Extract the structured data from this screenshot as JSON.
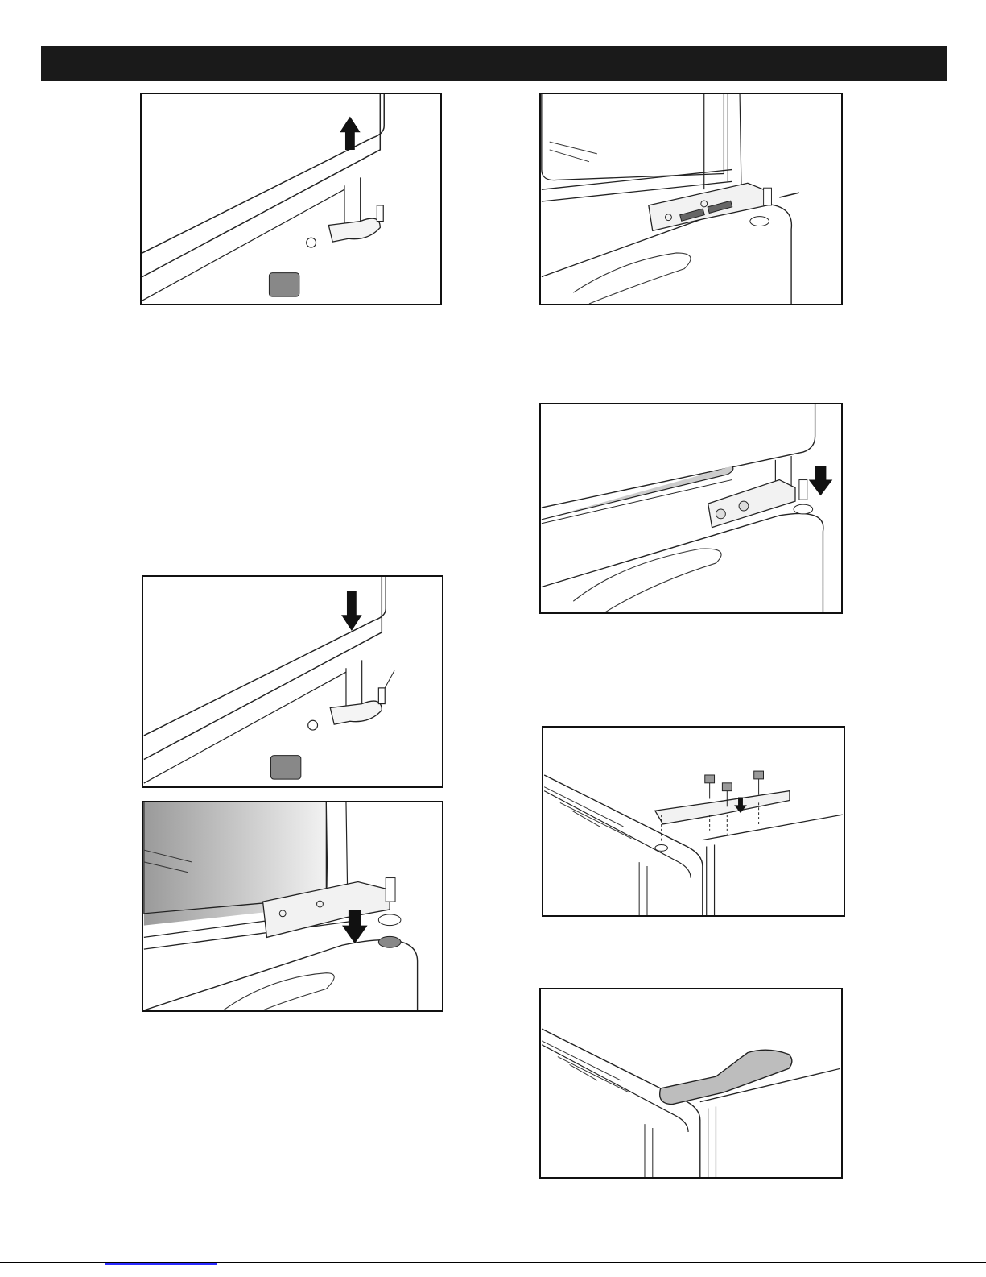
{
  "page": {
    "accent_color": "#1a1a1a",
    "link_color": "#2a2aff"
  },
  "figures": [
    {
      "id": "fig-1",
      "icon": "arrow-up-icon"
    },
    {
      "id": "fig-2",
      "icon": "screws-icon"
    },
    {
      "id": "fig-3",
      "icon": "arrow-down-icon"
    },
    {
      "id": "fig-4",
      "icon": "arrow-down-icon"
    },
    {
      "id": "fig-5",
      "icon": "arrow-down-icon"
    },
    {
      "id": "fig-6",
      "icon": "screws-icon"
    },
    {
      "id": "fig-7",
      "icon": "hinge-cover-icon"
    }
  ]
}
